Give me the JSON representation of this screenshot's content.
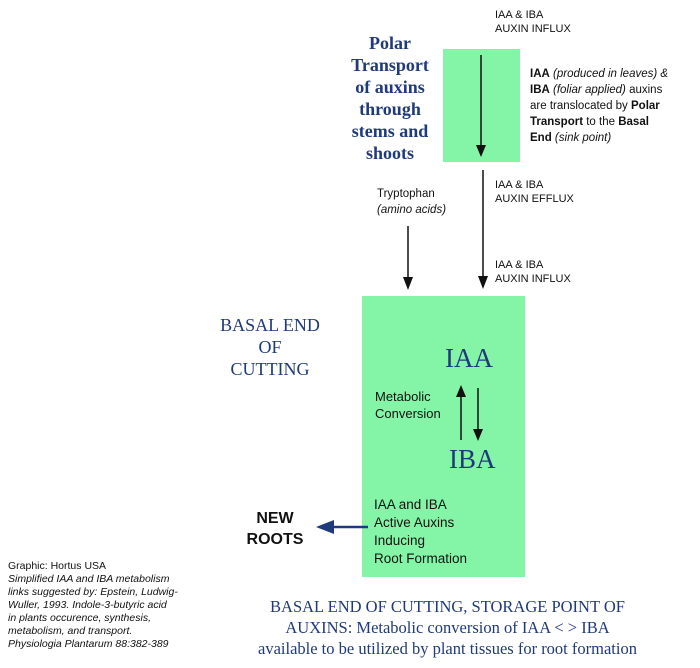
{
  "top_influx": [
    "IAA & IBA",
    "AUXIN INFLUX"
  ],
  "polar_title": [
    "Polar",
    "Transport",
    "of auxins",
    "through",
    "stems and",
    "shoots"
  ],
  "polar_desc": {
    "l1a": "IAA",
    "l1b": " (produced in leaves) &",
    "l2a": "IBA",
    "l2b": " (foliar applied)",
    "l2c": " auxins",
    "l3": "are translocated by ",
    "l3b": "Polar",
    "l4a": "Transport",
    "l4b": " to the ",
    "l4c": "Basal",
    "l5a": "End",
    "l5b": " (sink point)"
  },
  "tryptophan": [
    "Tryptophan",
    "(amino acids)"
  ],
  "efflux": [
    "IAA & IBA",
    "AUXIN EFFLUX"
  ],
  "lower_influx": [
    "IAA & IBA",
    "AUXIN INFLUX"
  ],
  "basal_title": [
    "BASAL END",
    "OF",
    "CUTTING"
  ],
  "iaa": "IAA",
  "iba": "IBA",
  "metabolic": [
    "Metabolic",
    "Conversion"
  ],
  "active": [
    "IAA and IBA",
    "Active Auxins",
    "Inducing",
    "Root Formation"
  ],
  "new_roots": [
    "NEW",
    "ROOTS"
  ],
  "credit": {
    "graphic": "Graphic: Hortus USA",
    "lines": [
      "Simplified IAA and IBA metabolism",
      "links suggested by: Epstein, Ludwig-",
      "Wuller, 1993. Indole-3-butyric acid",
      "in plants occurence, synthesis,",
      "metabolism, and transport.",
      "Physiologia Plantarum 88:382-389"
    ]
  },
  "caption": [
    "BASAL END OF CUTTING, STORAGE POINT OF",
    "AUXINS: Metabolic conversion of IAA < > IBA",
    "available to be utilized by plant tissues for root formation"
  ],
  "colors": {
    "box_green": "#84f5a6",
    "title_blue": "#1f3a7a",
    "arrow_blue": "#1f3a7a"
  }
}
